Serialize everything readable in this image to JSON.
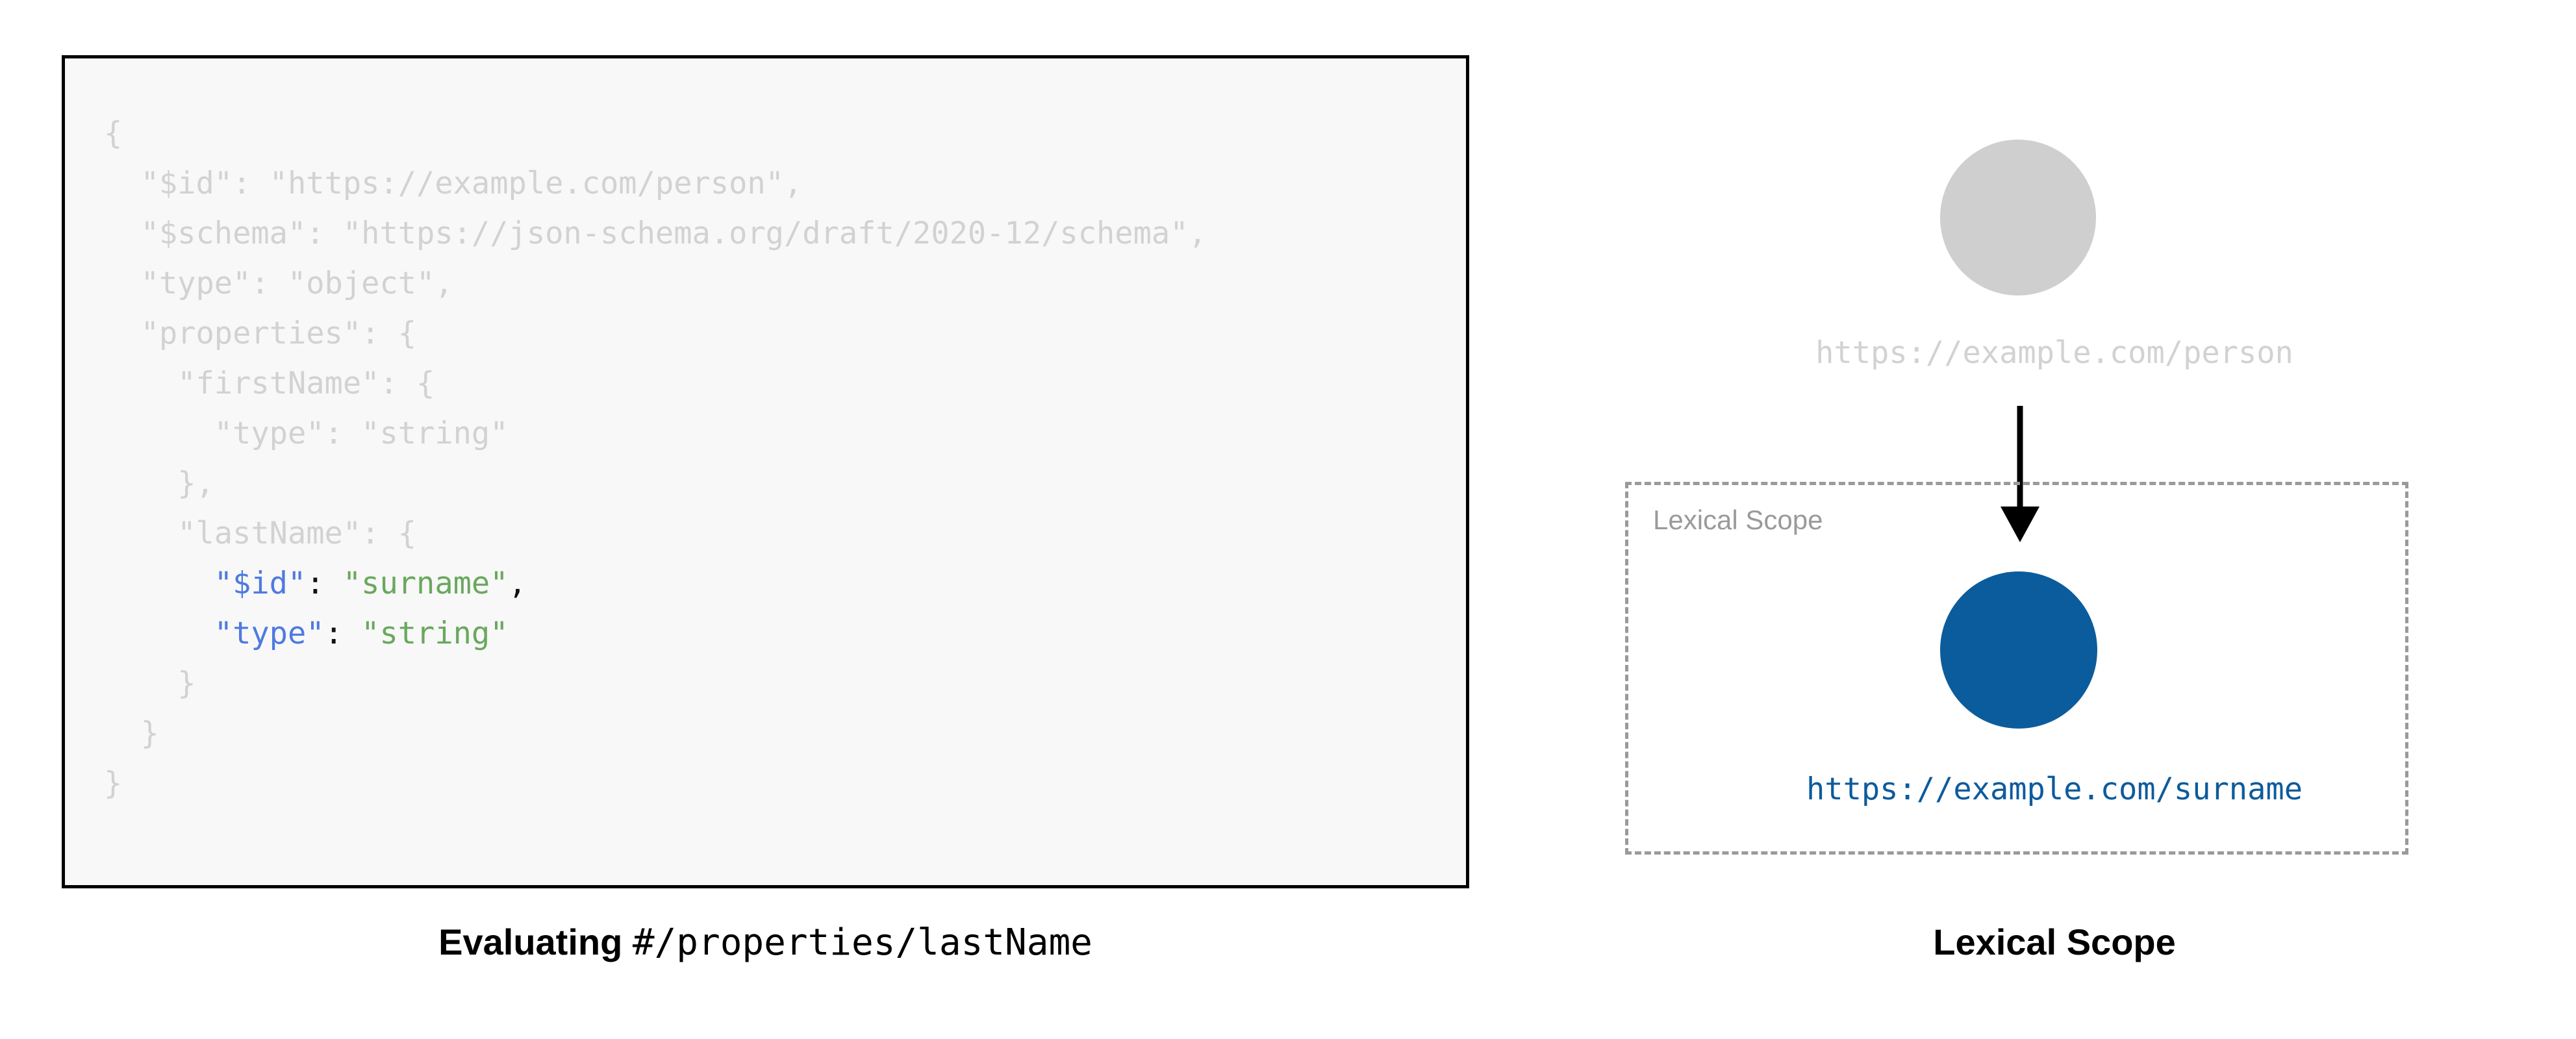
{
  "colors": {
    "code_bg": "#f8f8f8",
    "code_border": "#000000",
    "dim_text": "#d2d2d2",
    "key_blue": "#4f7ae0",
    "string_green": "#6aa85e",
    "punct_black": "#111111",
    "root_circle": "#cfcfcf",
    "scoped_circle": "#0b5c9c",
    "scoped_label": "#0d5b9c",
    "dashed_border": "#9a9a9a",
    "scope_label": "#9a9a9a"
  },
  "code_panel": {
    "language": "json",
    "lines": [
      {
        "indent": 0,
        "tokens": [
          {
            "text": "{",
            "style": "dim"
          }
        ]
      },
      {
        "indent": 1,
        "tokens": [
          {
            "text": "\"$id\": \"https://example.com/person\",",
            "style": "dim"
          }
        ]
      },
      {
        "indent": 1,
        "tokens": [
          {
            "text": "\"$schema\": \"https://json-schema.org/draft/2020-12/schema\",",
            "style": "dim"
          }
        ]
      },
      {
        "indent": 1,
        "tokens": [
          {
            "text": "\"type\": \"object\",",
            "style": "dim"
          }
        ]
      },
      {
        "indent": 1,
        "tokens": [
          {
            "text": "\"properties\": {",
            "style": "dim"
          }
        ]
      },
      {
        "indent": 2,
        "tokens": [
          {
            "text": "\"firstName\": {",
            "style": "dim"
          }
        ]
      },
      {
        "indent": 3,
        "tokens": [
          {
            "text": "\"type\": \"string\"",
            "style": "dim"
          }
        ]
      },
      {
        "indent": 2,
        "tokens": [
          {
            "text": "},",
            "style": "dim"
          }
        ]
      },
      {
        "indent": 2,
        "tokens": [
          {
            "text": "\"lastName\": {",
            "style": "dim"
          }
        ]
      },
      {
        "indent": 3,
        "tokens": [
          {
            "text": "\"$id\"",
            "style": "key"
          },
          {
            "text": ": ",
            "style": "punct"
          },
          {
            "text": "\"surname\"",
            "style": "str"
          },
          {
            "text": ",",
            "style": "punct"
          }
        ]
      },
      {
        "indent": 3,
        "tokens": [
          {
            "text": "\"type\"",
            "style": "key"
          },
          {
            "text": ": ",
            "style": "punct"
          },
          {
            "text": "\"string\"",
            "style": "str"
          }
        ]
      },
      {
        "indent": 2,
        "tokens": [
          {
            "text": "}",
            "style": "dim"
          }
        ]
      },
      {
        "indent": 1,
        "tokens": [
          {
            "text": "}",
            "style": "dim"
          }
        ]
      },
      {
        "indent": 0,
        "tokens": [
          {
            "text": "}",
            "style": "dim"
          }
        ]
      }
    ],
    "caption": {
      "bold_part": "Evaluating ",
      "mono_part": "#/properties/lastName"
    }
  },
  "diagram_panel": {
    "root_node": {
      "label": "https://example.com/person"
    },
    "arrow": {
      "direction": "down"
    },
    "lexical_scope_box": {
      "label": "Lexical Scope"
    },
    "scoped_node": {
      "label": "https://example.com/surname"
    },
    "caption": "Lexical Scope"
  }
}
